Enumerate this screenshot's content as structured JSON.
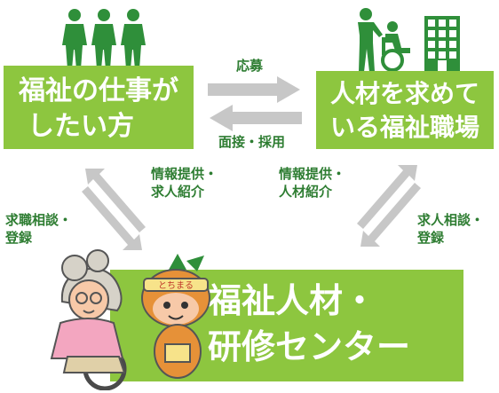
{
  "diagram": {
    "left_box": {
      "line1": "福祉の仕事が",
      "line2": "したい方"
    },
    "right_box": {
      "line1": "人材を求めて",
      "line2": "いる福祉職場"
    },
    "center_box": {
      "line1": "福祉人材・",
      "line2": "研修センター"
    },
    "arrow_labels": {
      "apply": "応募",
      "interview": "面接・採用",
      "left_diag_info": {
        "line1": "情報提供・",
        "line2": "求人紹介"
      },
      "right_diag_info": {
        "line1": "情報提供・",
        "line2": "人材紹介"
      },
      "job_seek": {
        "line1": "求職相談・",
        "line2": "登録"
      },
      "job_offer": {
        "line1": "求人相談・",
        "line2": "登録"
      }
    },
    "mascot_badge": "とちまる"
  },
  "colors": {
    "box_green": "#8dc63f",
    "label_green": "#2e7d32",
    "people_icon": "#2f8f3a",
    "arrow_gray": "#c7c7c7"
  },
  "icons": [
    "people-group-icon",
    "caregiver-wheelchair-icon",
    "building-icon",
    "grandmother-wheelchair-illustration",
    "mascot-illustration"
  ]
}
